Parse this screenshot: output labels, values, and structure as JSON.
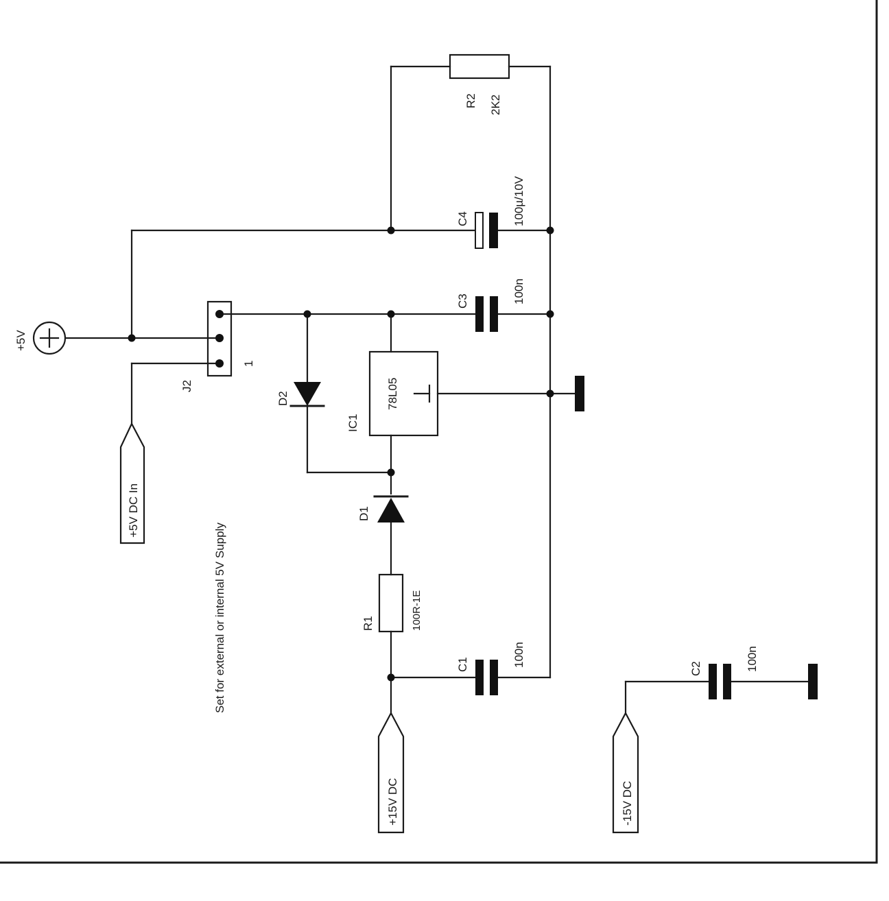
{
  "labels": {
    "plus5v": "+5V",
    "plus5v_dc_in": "+5V DC In",
    "plus15v_dc": "+15V DC",
    "minus15v_dc": "-15V DC",
    "supply_note": "Set for external or internal 5V Supply",
    "j2_ref": "J2",
    "j2_pin1": "1",
    "d1_ref": "D1",
    "d2_ref": "D2",
    "ic1_ref": "IC1",
    "ic1_value": "78L05",
    "r1_ref": "R1",
    "r1_value": "100R-1E",
    "r2_ref": "R2",
    "r2_value": "2K2",
    "c1_ref": "C1",
    "c1_value": "100n",
    "c2_ref": "C2",
    "c2_value": "100n",
    "c3_ref": "C3",
    "c3_value": "100n",
    "c4_ref": "C4",
    "c4_value": "100µ/10V"
  },
  "colors": {
    "ink": "#1a1a1a",
    "background": "#ffffff"
  }
}
